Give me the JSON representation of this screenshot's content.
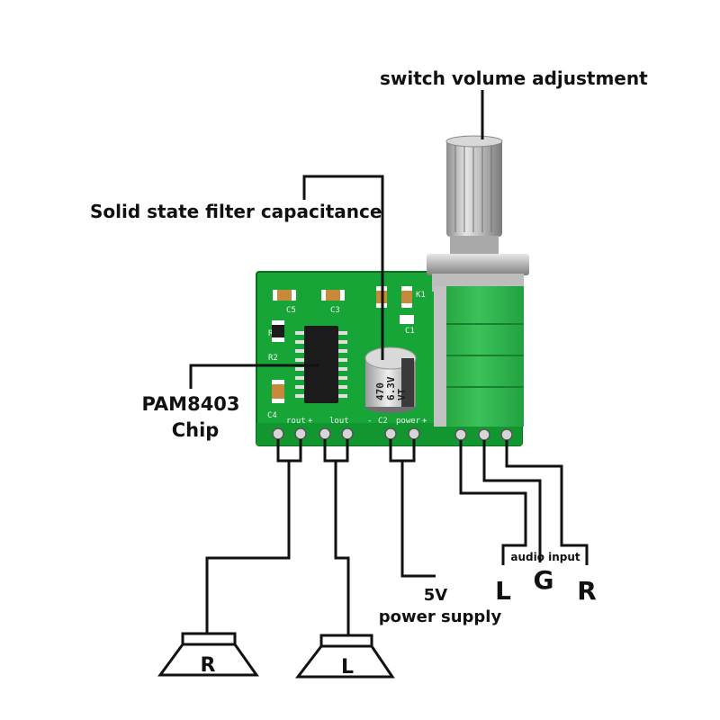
{
  "labels": {
    "volume": "switch volume adjustment",
    "capacitor": "Solid state filter capacitance",
    "chip_line1": "PAM8403",
    "chip_line2": "Chip",
    "power_line1": "5V",
    "power_line2": "power supply",
    "audio_input": "audio input",
    "pin_l": "L",
    "pin_g": "G",
    "pin_r": "R",
    "speaker_r": "R",
    "speaker_l": "L"
  },
  "silkscreen": {
    "c5": "C5",
    "c3": "C3",
    "c1": "C1",
    "k1": "K1",
    "r2": "R2",
    "r3": "R3",
    "c4": "C4",
    "c2": "C2",
    "rout": "rout",
    "lout": "lout",
    "power": "power",
    "plus1": "+",
    "minus1": "-",
    "plus2": "+"
  },
  "capacitor_marking": {
    "line1": "470",
    "line2": "6.3V",
    "line3": "VT"
  },
  "colors": {
    "pcb": "#16a536",
    "pcb_dark": "#0d7a24",
    "wire": "#111111",
    "chip": "#1b1b1b",
    "metal": "#c9c9c9"
  }
}
